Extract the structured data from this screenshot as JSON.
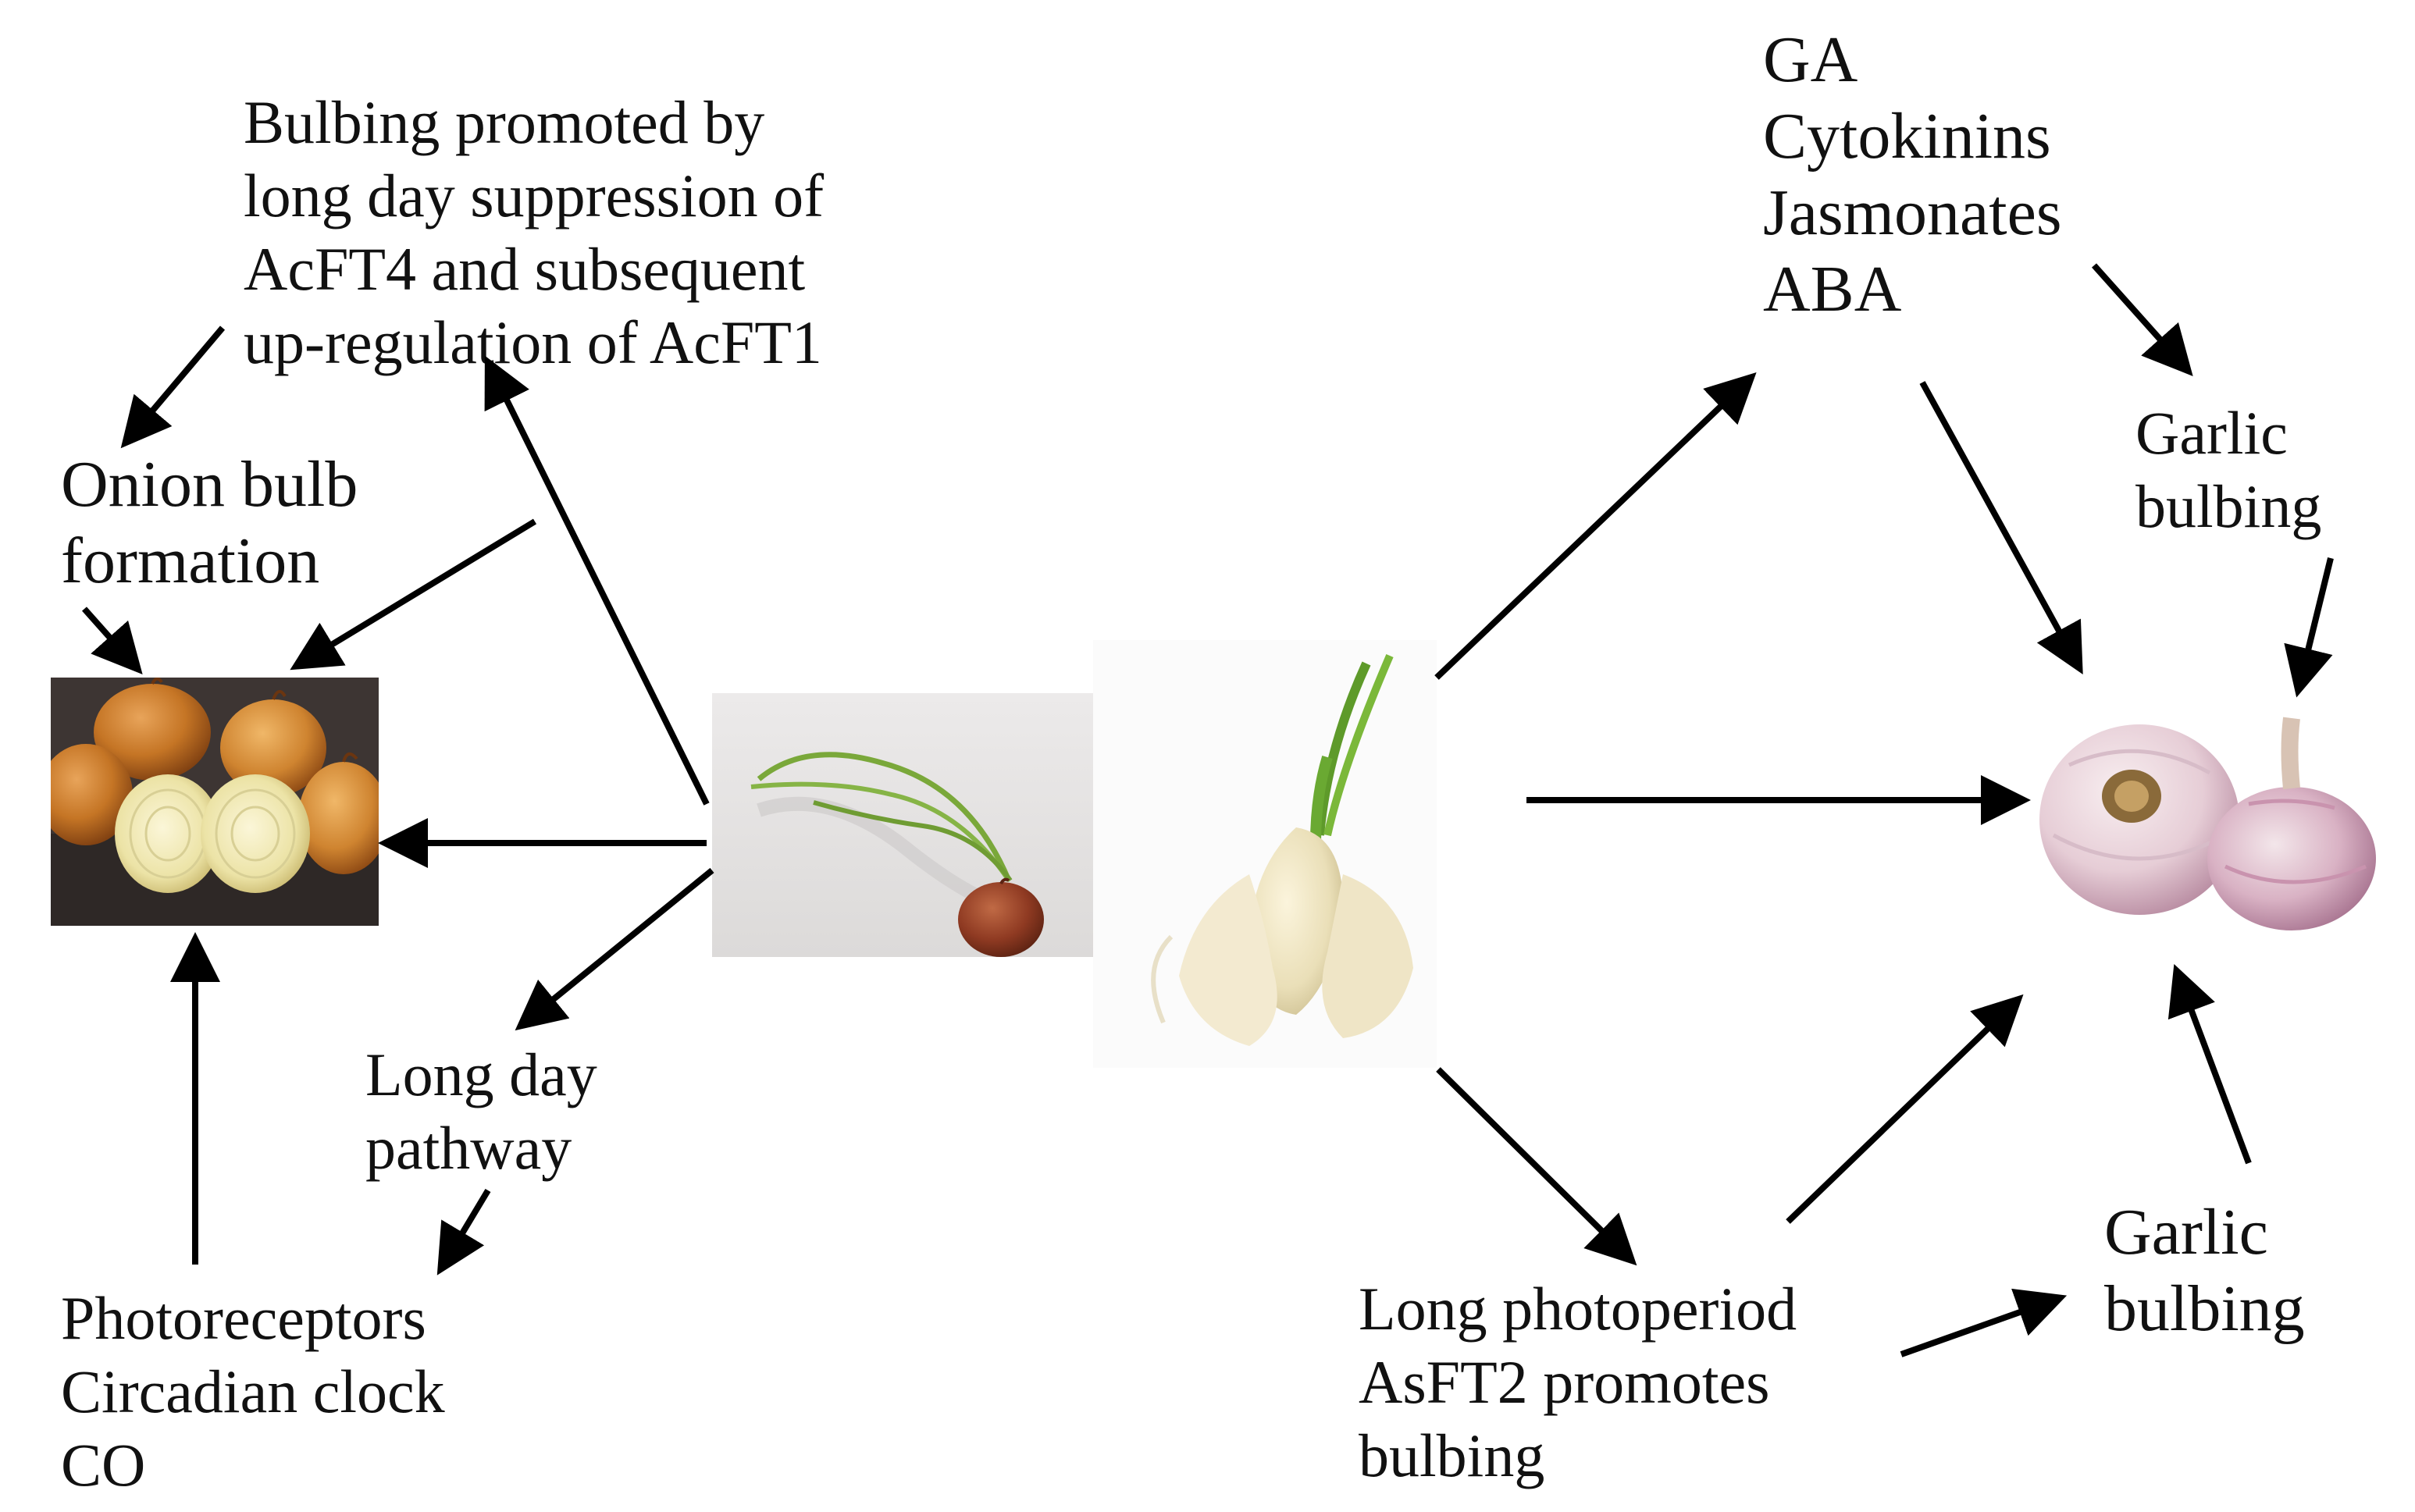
{
  "labels": {
    "bulbing_promoted": [
      "Bulbing promoted by",
      "long day suppression of",
      "AcFT4 and subsequent",
      "up-regulation of AcFT1"
    ],
    "onion_bulb_formation": [
      "Onion bulb",
      "formation"
    ],
    "long_day_pathway": [
      "Long day",
      "pathway"
    ],
    "photoreceptors": [
      "Photoreceptors",
      "Circadian clock",
      "CO"
    ],
    "hormones": [
      "GA",
      "Cytokinins",
      "Jasmonates",
      "ABA"
    ],
    "garlic_bulbing_top": [
      "Garlic",
      "bulbing"
    ],
    "garlic_bulbing_bottom": [
      "Garlic",
      "bulbing"
    ],
    "long_photoperiod": [
      "Long photoperiod",
      "AsFT2 promotes",
      "bulbing"
    ]
  },
  "images": {
    "onions": "onion bulbs photo",
    "sprouting_onion": "sprouting onion photo",
    "garlic_clove": "sprouting garlic clove photo",
    "garlic_bulbs": "garlic bulbs photo"
  },
  "colors": {
    "text": "#111111",
    "arrow": "#000000",
    "background": "#ffffff"
  }
}
